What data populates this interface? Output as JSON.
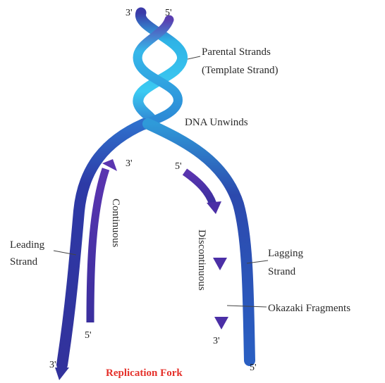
{
  "labels": {
    "parental_line1": "Parental Strands",
    "parental_line2": "(Template Strand)",
    "dna_unwinds": "DNA Unwinds",
    "leading_line1": "Leading",
    "leading_line2": "Strand",
    "lagging_line1": "Lagging",
    "lagging_line2": "Strand",
    "okazaki": "Okazaki Fragments",
    "continuous": "Continuous",
    "discontinuous": "Discontinuous",
    "title": "Replication Fork"
  },
  "ends": {
    "top_left": "3'",
    "top_right": "5'",
    "leading_bottom": "3'",
    "leading_daughter_top": "3'",
    "leading_daughter_bottom": "5'",
    "lagging_daughter_top": "5'",
    "lagging_daughter_bottom": "3'",
    "lagging_bottom": "5'"
  },
  "colors": {
    "helix_light": "#39c5ef",
    "strand_dark": "#2e2f9c",
    "strand_mid": "#2358b8",
    "arrow": "#4b2fa6",
    "title": "#e5302a"
  }
}
